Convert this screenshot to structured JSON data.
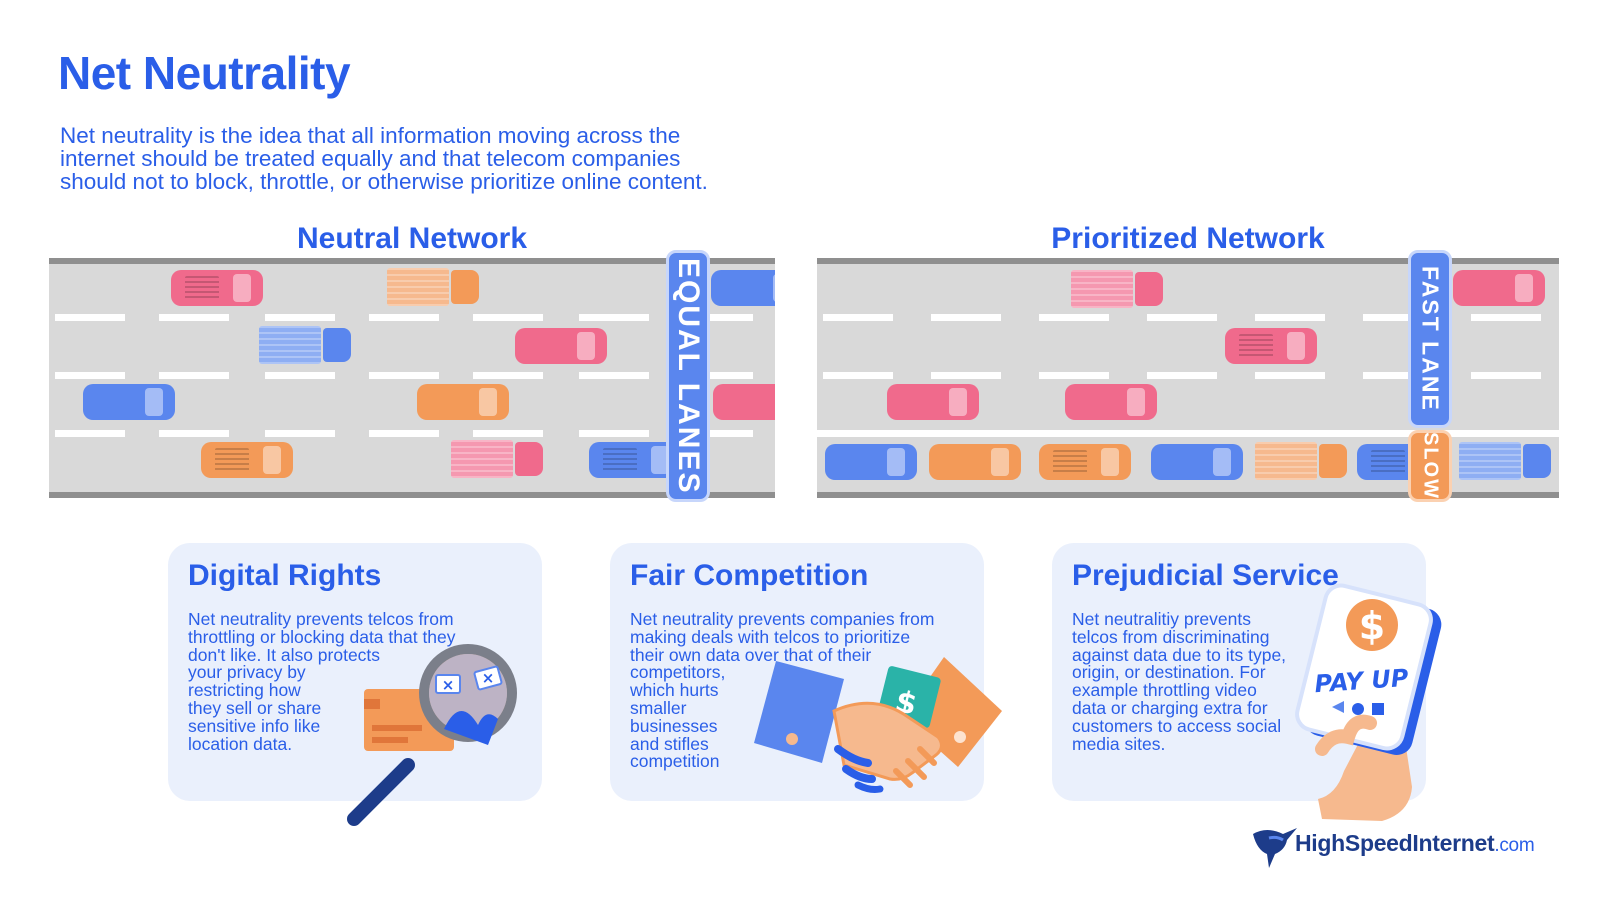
{
  "header": {
    "title": "Net Neutrality",
    "intro_lines": [
      "Net neutrality is the idea that all information moving across the",
      "internet should be treated equally and that telecom companies",
      "should not to block, throttle, or otherwise prioritize online content."
    ]
  },
  "networks": {
    "neutral": {
      "title": "Neutral Network",
      "sign": "EQUAL LANES"
    },
    "prioritized": {
      "title": "Prioritized Network",
      "fast_sign": "FAST LANE",
      "slow_sign": "SLOW"
    }
  },
  "cards": [
    {
      "title": "Digital Rights",
      "lines": [
        "Net neutrality prevents telcos from",
        "throttling or blocking data that they",
        "don't like. It also protects",
        "your privacy by",
        "restricting how",
        "they sell or share",
        "sensitive info like",
        "location data."
      ]
    },
    {
      "title": "Fair Competition",
      "lines": [
        "Net neutrality prevents companies from",
        "making deals with telcos to prioritize",
        "their own data over that of their",
        "competitors,",
        "which hurts",
        "smaller",
        "businesses",
        "and stifles",
        "competition"
      ]
    },
    {
      "title": "Prejudicial Service",
      "lines": [
        "Net neutralitiy prevents",
        "telcos from discriminating",
        "against data due to its type,",
        "origin, or destination. For",
        "example throttling video",
        "data or charging extra for",
        "customers to access social",
        "media sites."
      ],
      "phone_label": "PAY UP",
      "coin_symbol": "$"
    }
  ],
  "logo": {
    "main": "HighSpeedInternet",
    "suffix": ".com"
  },
  "colors": {
    "brand_blue": "#2a5ee8",
    "car_pink": "#f06a8c",
    "car_orange": "#f39a58",
    "car_blue": "#5a86ee",
    "road": "#d9d9d9",
    "card_bg": "#eaf0fc"
  }
}
